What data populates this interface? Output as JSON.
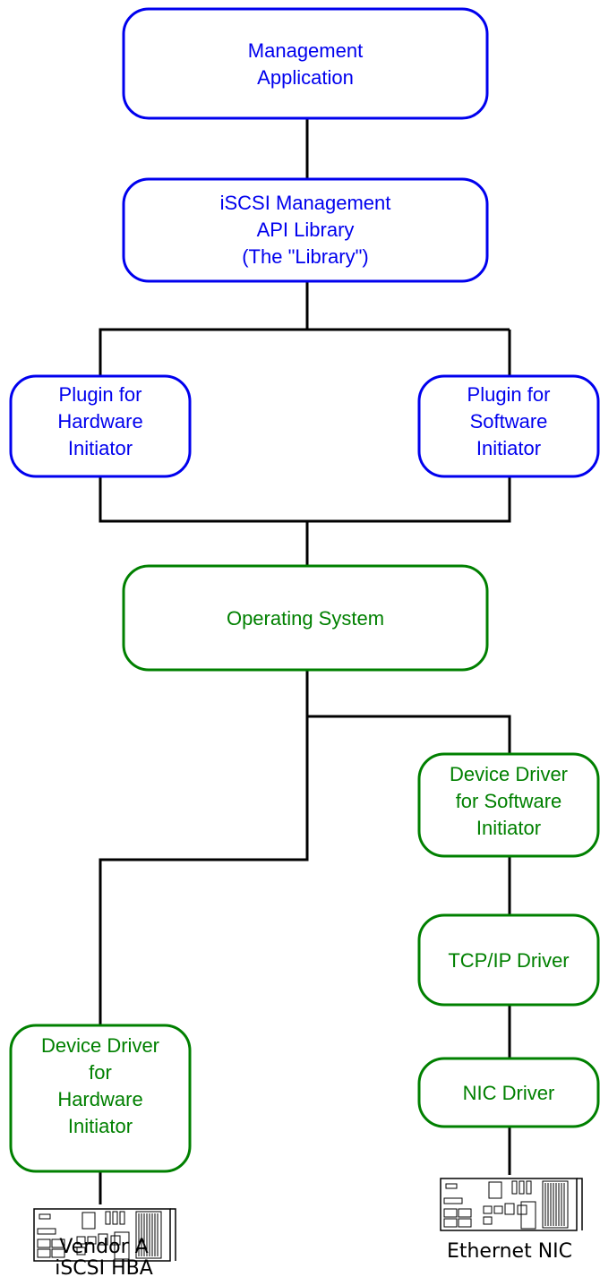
{
  "colors": {
    "management_stroke": "#0000ee",
    "system_stroke": "#008000",
    "connector": "#000000"
  },
  "boxes": {
    "management_application": {
      "lines": [
        "Management",
        "Application"
      ],
      "group": "management"
    },
    "api_library": {
      "lines": [
        "iSCSI Management",
        "API Library",
        "(The \"Library\")"
      ],
      "group": "management"
    },
    "plugin_hardware": {
      "lines": [
        "Plugin for",
        "Hardware",
        "Initiator"
      ],
      "group": "management"
    },
    "plugin_software": {
      "lines": [
        "Plugin for",
        "Software",
        "Initiator"
      ],
      "group": "management"
    },
    "operating_system": {
      "lines": [
        "Operating System"
      ],
      "group": "system"
    },
    "driver_software": {
      "lines": [
        "Device Driver",
        "for Software",
        "Initiator"
      ],
      "group": "system"
    },
    "tcpip_driver": {
      "lines": [
        "TCP/IP Driver"
      ],
      "group": "system"
    },
    "nic_driver": {
      "lines": [
        "NIC Driver"
      ],
      "group": "system"
    },
    "driver_hardware": {
      "lines": [
        "Device Driver",
        "for",
        "Hardware",
        "Initiator"
      ],
      "group": "system"
    }
  },
  "devices": {
    "hba": {
      "icon": "expansion-card-icon",
      "caption": [
        "Vendor A",
        "iSCSI HBA"
      ]
    },
    "nic": {
      "icon": "expansion-card-icon",
      "caption": [
        "Ethernet NIC"
      ]
    }
  }
}
